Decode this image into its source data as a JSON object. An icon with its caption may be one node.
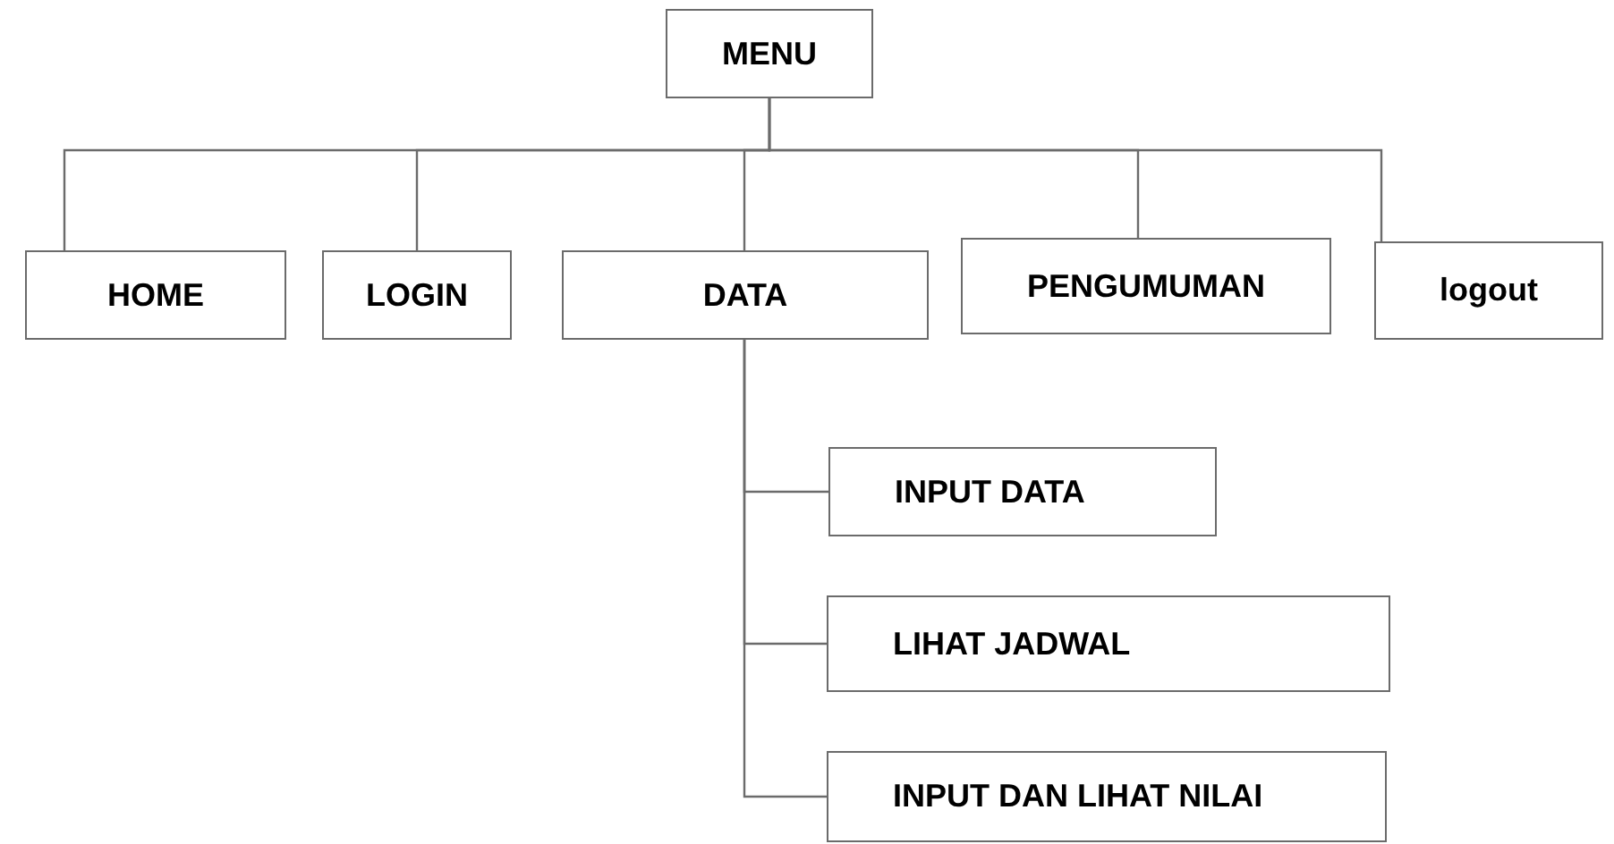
{
  "diagram": {
    "nodes": [
      {
        "text": [
          "MENU"
        ]
      },
      {
        "text": [
          "HOME"
        ]
      },
      {
        "text": [
          "LOGIN"
        ]
      },
      {
        "text": [
          "DATA"
        ]
      },
      {
        "text": [
          "PENGUMUMAN"
        ]
      },
      {
        "text": [
          "logout"
        ]
      },
      {
        "text": [
          "INPUT DATA"
        ]
      },
      {
        "text": [
          "LIHAT JADWAL"
        ]
      },
      {
        "text": [
          "INPUT DAN LIHAT NILAI"
        ]
      }
    ],
    "edges": [
      {
        "from": 0,
        "to": 1,
        "arrow": "none"
      },
      {
        "from": 0,
        "to": 2,
        "arrow": "none"
      },
      {
        "from": 0,
        "to": 3,
        "arrow": "none"
      },
      {
        "from": 0,
        "to": 4,
        "arrow": "none"
      },
      {
        "from": 0,
        "to": 5,
        "arrow": "none"
      },
      {
        "from": 3,
        "to": 6,
        "arrow": "none"
      },
      {
        "from": 3,
        "to": 7,
        "arrow": "none"
      },
      {
        "from": 3,
        "to": 8,
        "arrow": "none"
      }
    ]
  }
}
